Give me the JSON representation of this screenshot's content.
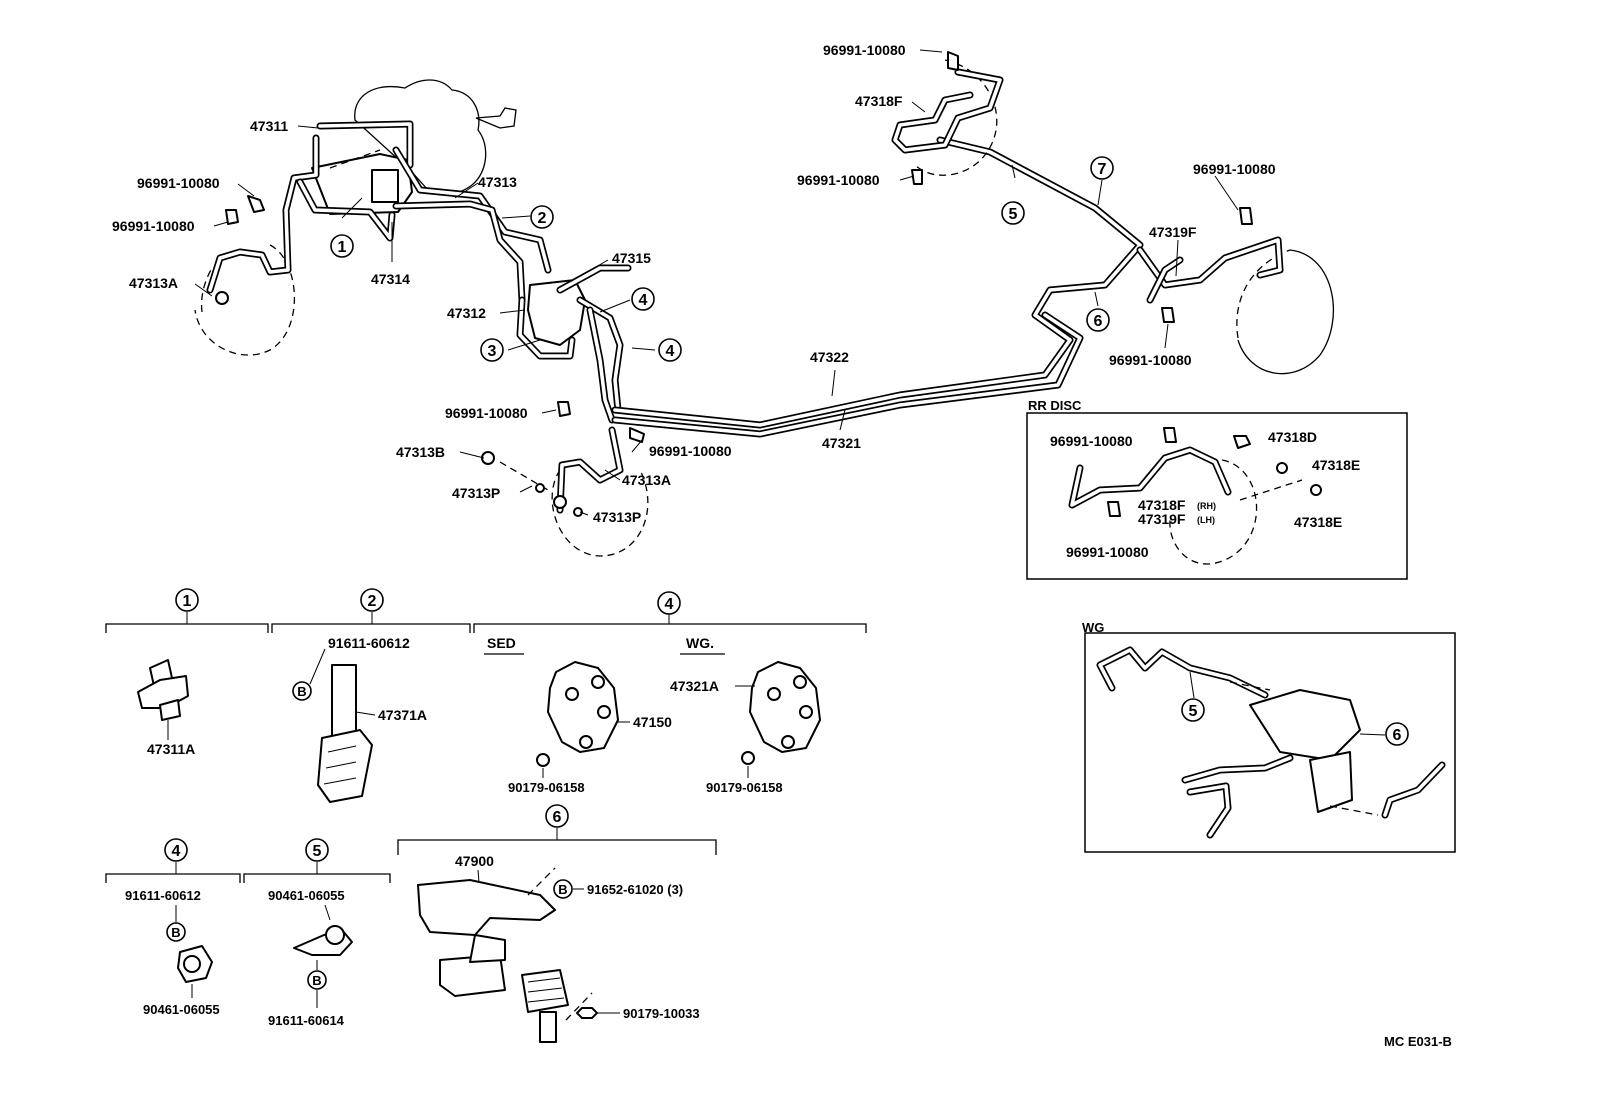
{
  "labels": {
    "p47311": "47311",
    "p96991_a": "96991-10080",
    "p96991_b": "96991-10080",
    "p47313A_left": "47313A",
    "p47313": "47313",
    "p47314": "47314",
    "p47315": "47315",
    "p47312": "47312",
    "p96991_c": "96991-10080",
    "p96991_d": "96991-10080",
    "p47313B": "47313B",
    "p47313P_a": "47313P",
    "p47313A_right": "47313A",
    "p47313P_b": "47313P",
    "p47322": "47322",
    "p47321": "47321",
    "p96991_e": "96991-10080",
    "p47318F": "47318F",
    "p96991_f": "96991-10080",
    "p96991_g": "96991-10080",
    "p47319F": "47319F",
    "p96991_h": "96991-10080",
    "rr_disc_title": "RR DISC",
    "rr_96991_a": "96991-10080",
    "rr_47318D": "47318D",
    "rr_47318E_a": "47318E",
    "rr_47318F": "47318F",
    "rr_47318F_sub": "(RH)",
    "rr_47319F": "47319F",
    "rr_47319F_sub": "(LH)",
    "rr_47318E_b": "47318E",
    "rr_96991_b": "96991-10080",
    "wg_title": "WG",
    "d1_part": "47311A",
    "d2_bolt": "91611-60612",
    "d2_part": "47371A",
    "d4_sed": "SED",
    "d4_wg": "WG.",
    "d4_47150": "47150",
    "d4_47321A": "47321A",
    "d4_90179_a": "90179-06158",
    "d4_90179_b": "90179-06158",
    "d4b_bolt": "91611-60612",
    "d4b_clamp": "90461-06055",
    "d5_clamp": "90461-06055",
    "d5_bolt": "91611-60614",
    "d6_part": "47900",
    "d6_bolt": "91652-61020 (3)",
    "d6_nut": "90179-10033",
    "b_mark": "B",
    "footer_code": "MC E031-B"
  },
  "callouts": {
    "c1": "1",
    "c2": "2",
    "c3": "3",
    "c4": "4",
    "c5": "5",
    "c6": "6",
    "c7": "7"
  }
}
